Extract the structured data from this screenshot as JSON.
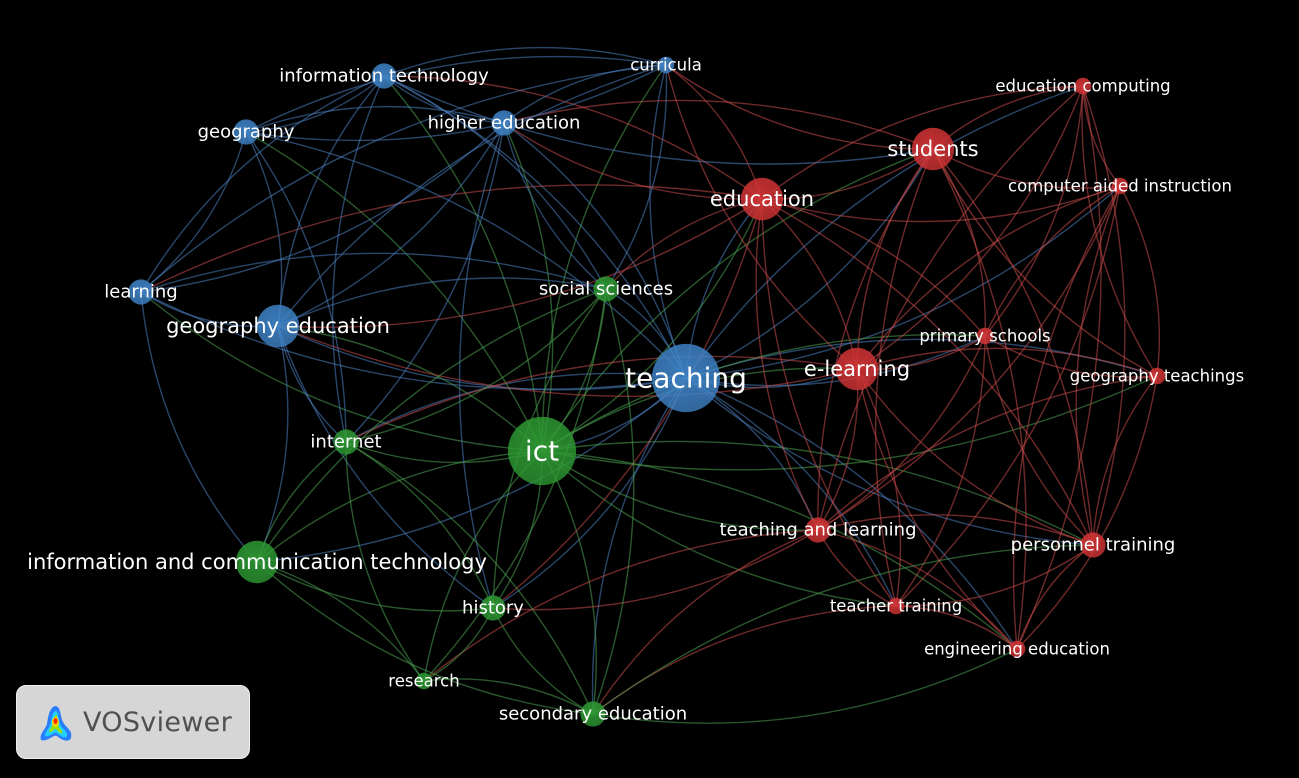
{
  "clusters": [
    {
      "id": "blue",
      "color": "#3f84c8",
      "edge_color": "#4a7fc0"
    },
    {
      "id": "red",
      "color": "#d33436",
      "edge_color": "#c84a4a"
    },
    {
      "id": "green",
      "color": "#2e9a33",
      "edge_color": "#4aa050"
    }
  ],
  "nodes": [
    {
      "id": "information technology",
      "label": "information technology",
      "cluster": "blue",
      "weight": 2
    },
    {
      "id": "curricula",
      "label": "curricula",
      "cluster": "blue",
      "weight": 1
    },
    {
      "id": "geography",
      "label": "geography",
      "cluster": "blue",
      "weight": 2
    },
    {
      "id": "higher education",
      "label": "higher education",
      "cluster": "blue",
      "weight": 2
    },
    {
      "id": "learning",
      "label": "learning",
      "cluster": "blue",
      "weight": 2
    },
    {
      "id": "geography education",
      "label": "geography education",
      "cluster": "blue",
      "weight": 4
    },
    {
      "id": "teaching",
      "label": "teaching",
      "cluster": "blue",
      "weight": 7
    },
    {
      "id": "education computing",
      "label": "education computing",
      "cluster": "red",
      "weight": 1
    },
    {
      "id": "students",
      "label": "students",
      "cluster": "red",
      "weight": 4
    },
    {
      "id": "computer aided instruction",
      "label": "computer aided instruction",
      "cluster": "red",
      "weight": 1
    },
    {
      "id": "education",
      "label": "education",
      "cluster": "red",
      "weight": 4
    },
    {
      "id": "primary schools",
      "label": "primary schools",
      "cluster": "red",
      "weight": 1
    },
    {
      "id": "e-learning",
      "label": "e-learning",
      "cluster": "red",
      "weight": 4
    },
    {
      "id": "geography teachings",
      "label": "geography teachings",
      "cluster": "red",
      "weight": 1
    },
    {
      "id": "teaching and learning",
      "label": "teaching and learning",
      "cluster": "red",
      "weight": 2
    },
    {
      "id": "personnel training",
      "label": "personnel training",
      "cluster": "red",
      "weight": 2
    },
    {
      "id": "teacher training",
      "label": "teacher training",
      "cluster": "red",
      "weight": 1
    },
    {
      "id": "engineering education",
      "label": "engineering education",
      "cluster": "red",
      "weight": 1
    },
    {
      "id": "social sciences",
      "label": "social sciences",
      "cluster": "green",
      "weight": 2
    },
    {
      "id": "ict",
      "label": "ict",
      "cluster": "green",
      "weight": 7
    },
    {
      "id": "internet",
      "label": "internet",
      "cluster": "green",
      "weight": 2
    },
    {
      "id": "information and communication technology",
      "label": "information and communication technology",
      "cluster": "green",
      "weight": 4
    },
    {
      "id": "history",
      "label": "history",
      "cluster": "green",
      "weight": 2
    },
    {
      "id": "research",
      "label": "research",
      "cluster": "green",
      "weight": 1
    },
    {
      "id": "secondary education",
      "label": "secondary education",
      "cluster": "green",
      "weight": 2
    }
  ],
  "links": [
    [
      "teaching",
      "ict"
    ],
    [
      "teaching",
      "e-learning"
    ],
    [
      "teaching",
      "education"
    ],
    [
      "teaching",
      "students"
    ],
    [
      "teaching",
      "geography education"
    ],
    [
      "teaching",
      "higher education"
    ],
    [
      "teaching",
      "curricula"
    ],
    [
      "teaching",
      "information technology"
    ],
    [
      "teaching",
      "learning"
    ],
    [
      "teaching",
      "social sciences"
    ],
    [
      "teaching",
      "teaching and learning"
    ],
    [
      "teaching",
      "primary schools"
    ],
    [
      "teaching",
      "geography teachings"
    ],
    [
      "teaching",
      "internet"
    ],
    [
      "teaching",
      "history"
    ],
    [
      "teaching",
      "secondary education"
    ],
    [
      "teaching",
      "information and communication technology"
    ],
    [
      "teaching",
      "personnel training"
    ],
    [
      "teaching",
      "teacher training"
    ],
    [
      "teaching",
      "computer aided instruction"
    ],
    [
      "teaching",
      "education computing"
    ],
    [
      "teaching",
      "geography"
    ],
    [
      "teaching",
      "engineering education"
    ],
    [
      "ict",
      "geography education"
    ],
    [
      "ict",
      "internet"
    ],
    [
      "ict",
      "information and communication technology"
    ],
    [
      "ict",
      "history"
    ],
    [
      "ict",
      "research"
    ],
    [
      "ict",
      "secondary education"
    ],
    [
      "ict",
      "social sciences"
    ],
    [
      "ict",
      "e-learning"
    ],
    [
      "ict",
      "education"
    ],
    [
      "ict",
      "students"
    ],
    [
      "ict",
      "teaching and learning"
    ],
    [
      "ict",
      "learning"
    ],
    [
      "ict",
      "higher education"
    ],
    [
      "ict",
      "curricula"
    ],
    [
      "ict",
      "information technology"
    ],
    [
      "ict",
      "personnel training"
    ],
    [
      "ict",
      "teacher training"
    ],
    [
      "ict",
      "primary schools"
    ],
    [
      "ict",
      "geography teachings"
    ],
    [
      "ict",
      "engineering education"
    ],
    [
      "ict",
      "geography"
    ],
    [
      "students",
      "education"
    ],
    [
      "students",
      "e-learning"
    ],
    [
      "students",
      "education computing"
    ],
    [
      "students",
      "computer aided instruction"
    ],
    [
      "students",
      "primary schools"
    ],
    [
      "students",
      "geography teachings"
    ],
    [
      "students",
      "personnel training"
    ],
    [
      "students",
      "teaching and learning"
    ],
    [
      "students",
      "curricula"
    ],
    [
      "students",
      "higher education"
    ],
    [
      "students",
      "engineering education"
    ],
    [
      "students",
      "teacher training"
    ],
    [
      "education",
      "e-learning"
    ],
    [
      "education",
      "curricula"
    ],
    [
      "education",
      "higher education"
    ],
    [
      "education",
      "social sciences"
    ],
    [
      "education",
      "primary schools"
    ],
    [
      "education",
      "computer aided instruction"
    ],
    [
      "education",
      "education computing"
    ],
    [
      "education",
      "teaching and learning"
    ],
    [
      "education",
      "personnel training"
    ],
    [
      "education",
      "teacher training"
    ],
    [
      "education",
      "geography education"
    ],
    [
      "education",
      "information technology"
    ],
    [
      "education",
      "history"
    ],
    [
      "education",
      "learning"
    ],
    [
      "e-learning",
      "teaching and learning"
    ],
    [
      "e-learning",
      "primary schools"
    ],
    [
      "e-learning",
      "geography teachings"
    ],
    [
      "e-learning",
      "personnel training"
    ],
    [
      "e-learning",
      "teacher training"
    ],
    [
      "e-learning",
      "engineering education"
    ],
    [
      "e-learning",
      "computer aided instruction"
    ],
    [
      "e-learning",
      "education computing"
    ],
    [
      "e-learning",
      "curricula"
    ],
    [
      "e-learning",
      "internet"
    ],
    [
      "e-learning",
      "geography education"
    ],
    [
      "education computing",
      "computer aided instruction"
    ],
    [
      "education computing",
      "primary schools"
    ],
    [
      "education computing",
      "geography teachings"
    ],
    [
      "education computing",
      "personnel training"
    ],
    [
      "education computing",
      "teaching and learning"
    ],
    [
      "education computing",
      "engineering education"
    ],
    [
      "computer aided instruction",
      "primary schools"
    ],
    [
      "computer aided instruction",
      "geography teachings"
    ],
    [
      "computer aided instruction",
      "personnel training"
    ],
    [
      "computer aided instruction",
      "teaching and learning"
    ],
    [
      "computer aided instruction",
      "engineering education"
    ],
    [
      "computer aided instruction",
      "teacher training"
    ],
    [
      "primary schools",
      "geography teachings"
    ],
    [
      "primary schools",
      "teaching and learning"
    ],
    [
      "primary schools",
      "personnel training"
    ],
    [
      "primary schools",
      "teacher training"
    ],
    [
      "geography teachings",
      "personnel training"
    ],
    [
      "geography teachings",
      "engineering education"
    ],
    [
      "geography teachings",
      "teaching and learning"
    ],
    [
      "teaching and learning",
      "personnel training"
    ],
    [
      "teaching and learning",
      "teacher training"
    ],
    [
      "teaching and learning",
      "engineering education"
    ],
    [
      "teaching and learning",
      "secondary education"
    ],
    [
      "teaching and learning",
      "history"
    ],
    [
      "teaching and learning",
      "research"
    ],
    [
      "personnel training",
      "teacher training"
    ],
    [
      "personnel training",
      "engineering education"
    ],
    [
      "teacher training",
      "engineering education"
    ],
    [
      "teacher training",
      "secondary education"
    ],
    [
      "geography education",
      "learning"
    ],
    [
      "geography education",
      "geography"
    ],
    [
      "geography education",
      "information technology"
    ],
    [
      "geography education",
      "higher education"
    ],
    [
      "geography education",
      "curricula"
    ],
    [
      "geography education",
      "internet"
    ],
    [
      "geography education",
      "information and communication technology"
    ],
    [
      "geography education",
      "history"
    ],
    [
      "geography education",
      "social sciences"
    ],
    [
      "learning",
      "geography"
    ],
    [
      "learning",
      "information technology"
    ],
    [
      "learning",
      "higher education"
    ],
    [
      "learning",
      "curricula"
    ],
    [
      "learning",
      "information and communication technology"
    ],
    [
      "learning",
      "social sciences"
    ],
    [
      "geography",
      "information technology"
    ],
    [
      "geography",
      "higher education"
    ],
    [
      "geography",
      "curricula"
    ],
    [
      "geography",
      "internet"
    ],
    [
      "information technology",
      "higher education"
    ],
    [
      "information technology",
      "curricula"
    ],
    [
      "information technology",
      "internet"
    ],
    [
      "information technology",
      "social sciences"
    ],
    [
      "information technology",
      "students"
    ],
    [
      "higher education",
      "curricula"
    ],
    [
      "higher education",
      "social sciences"
    ],
    [
      "higher education",
      "internet"
    ],
    [
      "higher education",
      "history"
    ],
    [
      "curricula",
      "social sciences"
    ],
    [
      "curricula",
      "geography"
    ],
    [
      "social sciences",
      "internet"
    ],
    [
      "social sciences",
      "history"
    ],
    [
      "social sciences",
      "secondary education"
    ],
    [
      "social sciences",
      "information and communication technology"
    ],
    [
      "social sciences",
      "research"
    ],
    [
      "internet",
      "information and communication technology"
    ],
    [
      "internet",
      "history"
    ],
    [
      "internet",
      "research"
    ],
    [
      "internet",
      "secondary education"
    ],
    [
      "information and communication technology",
      "history"
    ],
    [
      "information and communication technology",
      "research"
    ],
    [
      "information and communication technology",
      "secondary education"
    ],
    [
      "history",
      "research"
    ],
    [
      "history",
      "secondary education"
    ],
    [
      "research",
      "secondary education"
    ],
    [
      "secondary education",
      "engineering education"
    ],
    [
      "secondary education",
      "personnel training"
    ]
  ],
  "watermark": {
    "text": "VOSviewer",
    "icon": "vosviewer-logo-icon"
  }
}
